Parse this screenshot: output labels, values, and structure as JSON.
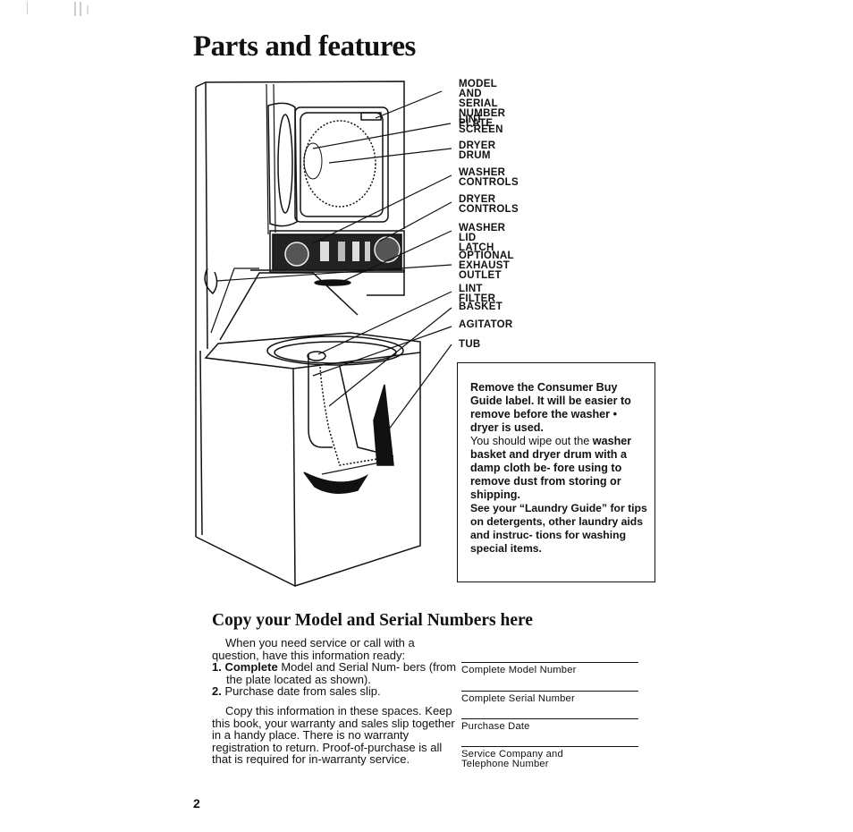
{
  "page": {
    "title": "Parts and features",
    "page_number": "2"
  },
  "callouts": [
    "MODEL AND SERIAL\nNUMBER PLATE",
    "LINT SCREEN",
    "DRYER DRUM",
    "WASHER CONTROLS",
    "DRYER CONTROLS",
    "WASHER LID LATCH",
    "OPTIONAL EXHAUST\nOUTLET",
    "LINT FILTER",
    "BASKET",
    "AGITATOR",
    "TUB"
  ],
  "notice": {
    "paragraph1": "Remove the Consumer Buy Guide label. It will be easier to remove before the washer • dryer is used.",
    "paragraph2_lead": "You should wipe out the",
    "paragraph2_rest": "washer basket and dryer drum with a damp cloth be- fore using to remove dust from storing or shipping.",
    "paragraph3": "See your “Laundry Guide” for tips on detergents, other laundry aids and instruc- tions for washing special items."
  },
  "model_serial": {
    "heading": "Copy your Model and Serial Numbers here",
    "intro": "When you need service or call with a question, have this information ready:",
    "list": [
      {
        "num": "1.",
        "bold": "Complete",
        "text": " Model and Serial Num- bers (from the plate located as shown)."
      },
      {
        "num": "2.",
        "bold": "",
        "text": "Purchase date from sales slip."
      }
    ],
    "closing": "Copy this information in these spaces. Keep this book, your warranty and sales slip together in a handy place. There is no warranty registration to return. Proof-of-purchase is all that is required for in-warranty service.",
    "fields": [
      "Complete Model Number",
      "Complete Serial Number",
      "Purchase Date",
      "Service Company and\nTelephone Number"
    ]
  }
}
